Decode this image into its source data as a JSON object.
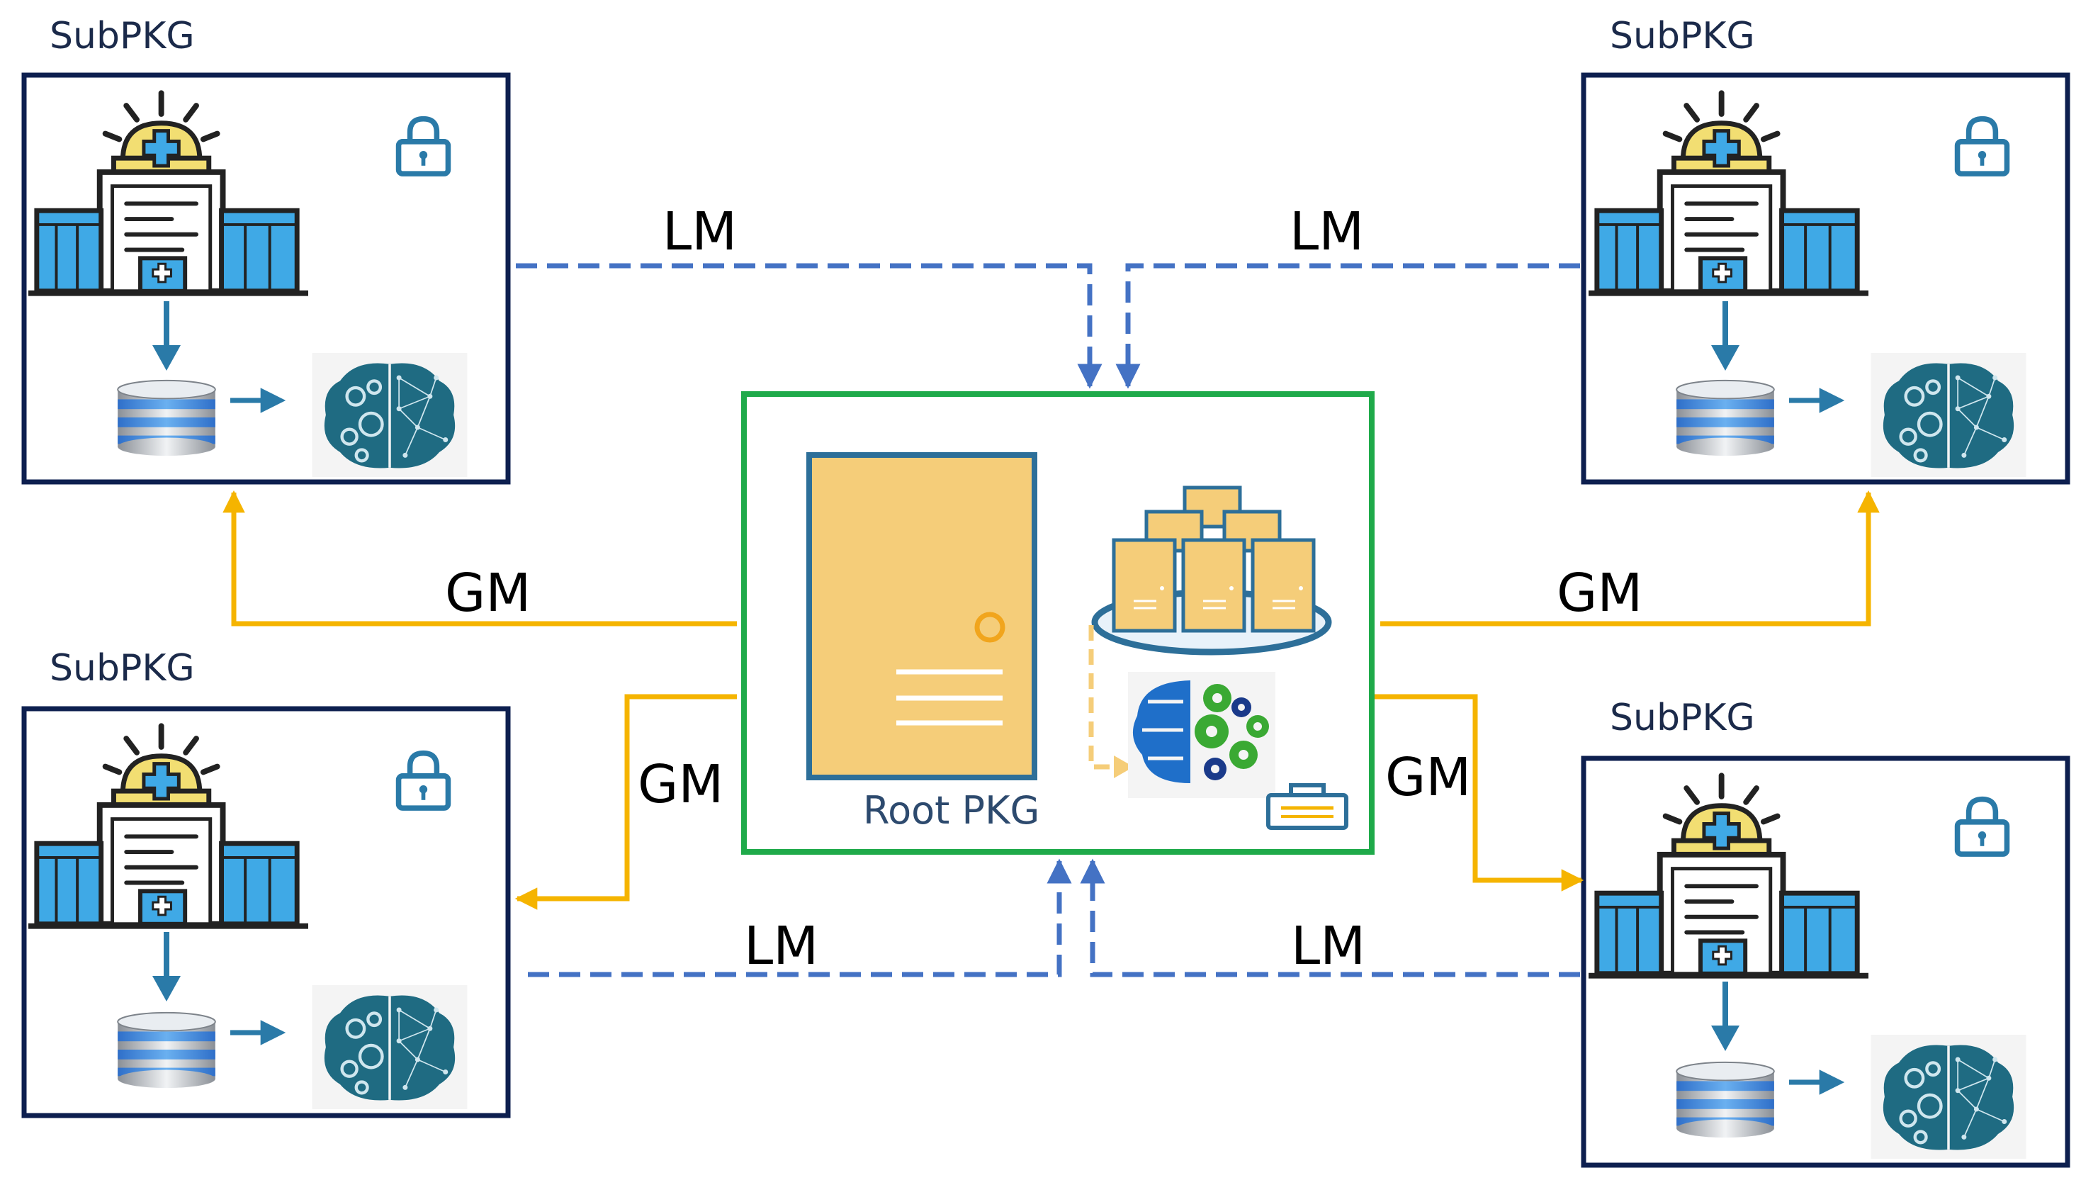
{
  "sub_label": "SubPKG",
  "root_label": "Root PKG",
  "links": {
    "lm": "LM",
    "gm": "GM"
  },
  "colors": {
    "subpkg_border": "#0d1f4f",
    "root_border": "#1faa4a",
    "lm_line": "#4472c4",
    "gm_line": "#f5b400",
    "door_fill": "#f5cd79",
    "door_stroke": "#2d6f99",
    "hospital_blue": "#3fa9e6",
    "arrow_teal": "#2a7aa8",
    "brain_teal": "#1f6b82"
  },
  "icons": [
    "hospital-icon",
    "lock-icon",
    "database-icon",
    "brain-icon",
    "door-icon",
    "server-cluster-icon",
    "ai-gear-icon",
    "toolbox-icon"
  ]
}
